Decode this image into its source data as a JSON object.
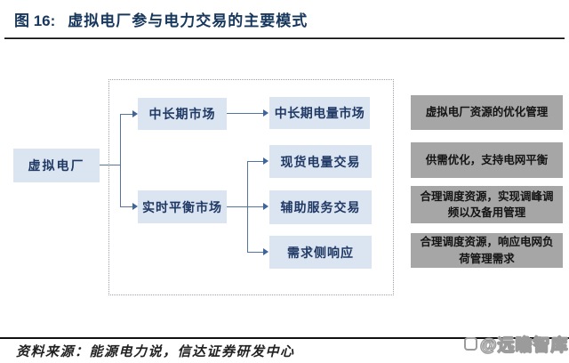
{
  "header": {
    "figure_label": "图 16:",
    "title": "虚拟电厂参与电力交易的主要模式"
  },
  "diagram": {
    "root": "虚拟电厂",
    "markets": {
      "mid_term": "中长期市场",
      "realtime_balance": "实时平衡市场"
    },
    "products": {
      "mid_term_energy": "中长期电量市场",
      "spot_energy": "现货电量交易",
      "ancillary_services": "辅助服务交易",
      "demand_response": "需求侧响应"
    },
    "notes": [
      "虚拟电厂资源的优化管理",
      "供需优化，支持电网平衡",
      "合理调度资源，实现调峰调频以及备用管理",
      "合理调度资源，响应电网负荷管理需求"
    ],
    "colors": {
      "node_fill": "#dbe5f1",
      "node_text": "#1f3864",
      "note_fill": "#a6a6a6",
      "connector": "#54769e",
      "title_text": "#17375d"
    }
  },
  "footer": {
    "source": "资料来源：能源电力说，信达证券研发中心",
    "watermark": "@远瞻智库"
  }
}
